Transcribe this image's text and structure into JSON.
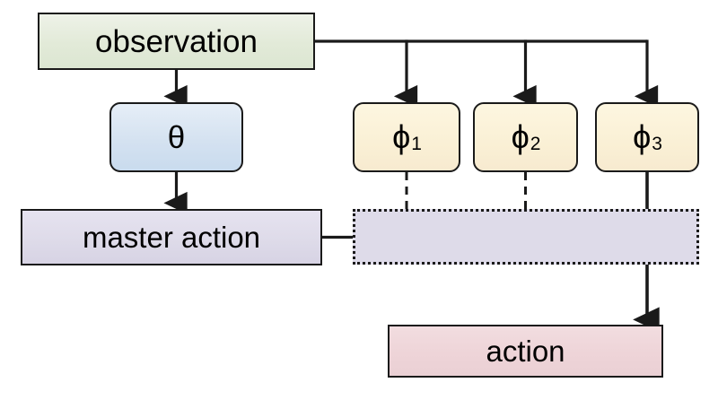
{
  "diagram": {
    "title": "hierarchical policy switch diagram",
    "nodes": {
      "observation": {
        "label": "observation",
        "color": "#dce6d2",
        "shape": "rectangle"
      },
      "theta": {
        "label": "θ",
        "color": "#c9dbee",
        "shape": "rounded-rectangle"
      },
      "phi1": {
        "label": "ϕ",
        "subscript": "1",
        "color": "#f7ead0",
        "shape": "rounded-rectangle"
      },
      "phi2": {
        "label": "ϕ",
        "subscript": "2",
        "color": "#f7ead0",
        "shape": "rounded-rectangle"
      },
      "phi3": {
        "label": "ϕ",
        "subscript": "3",
        "color": "#f7ead0",
        "shape": "rounded-rectangle"
      },
      "master_action": {
        "label": "master action",
        "color": "#dedbe9",
        "shape": "rectangle"
      },
      "action": {
        "label": "action",
        "color": "#ead0d4",
        "shape": "rectangle"
      }
    },
    "switch_region": {
      "label": "",
      "color": "#dedbe9",
      "border_style": "dotted",
      "contacts": [
        {
          "name": "contact-1",
          "state": "open",
          "from": "phi1"
        },
        {
          "name": "contact-2",
          "state": "open",
          "from": "phi2"
        },
        {
          "name": "contact-3",
          "state": "closed",
          "from": "phi3"
        }
      ]
    },
    "edges": [
      {
        "from": "observation",
        "to": "theta",
        "style": "solid",
        "arrow": true
      },
      {
        "from": "observation",
        "to": "phi1",
        "style": "solid",
        "arrow": true
      },
      {
        "from": "observation",
        "to": "phi2",
        "style": "solid",
        "arrow": true
      },
      {
        "from": "observation",
        "to": "phi3",
        "style": "solid",
        "arrow": true
      },
      {
        "from": "theta",
        "to": "master_action",
        "style": "solid",
        "arrow": true
      },
      {
        "from": "master_action",
        "to": "switch_region",
        "style": "solid",
        "arrow": false
      },
      {
        "from": "phi1",
        "to": "contact-1",
        "style": "dashed",
        "arrow": false
      },
      {
        "from": "phi2",
        "to": "contact-2",
        "style": "dashed",
        "arrow": false
      },
      {
        "from": "phi3",
        "to": "contact-3",
        "style": "solid",
        "arrow": false
      },
      {
        "from": "contact-3",
        "to": "action",
        "style": "solid",
        "arrow": true
      }
    ],
    "stroke_color": "#1a1a1a",
    "background": "#ffffff"
  }
}
